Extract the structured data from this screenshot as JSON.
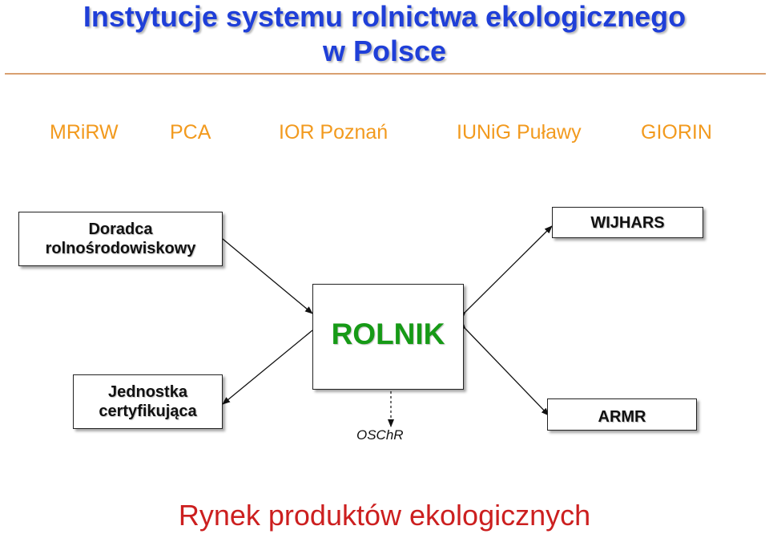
{
  "title": {
    "line1": "Instytucje systemu rolnictwa ekologicznego",
    "line2": "w Polsce"
  },
  "institutions": [
    "MRiRW",
    "PCA",
    "IOR Poznań",
    "IUNiG Puławy",
    "GIORIN"
  ],
  "boxes": {
    "doradca": {
      "line1": "Doradca",
      "line2": "rolnośrodowiskowy"
    },
    "wijhars": {
      "label": "WIJHARS"
    },
    "rolnik": {
      "label": "ROLNIK"
    },
    "jednostka": {
      "line1": "Jednostka",
      "line2": "certyfikująca"
    },
    "armr": {
      "label": "ARMR"
    }
  },
  "oschr_label": "OSChR",
  "footer": "Rynek produktów ekologicznych",
  "colors": {
    "title": "#1f3fd8",
    "institutions": "#f29a1e",
    "rolnik": "#169a16",
    "footer": "#cc1f1f",
    "rule": "#d9a070"
  }
}
